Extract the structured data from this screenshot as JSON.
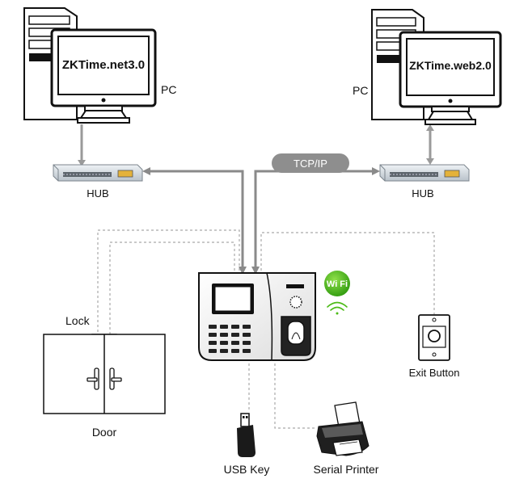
{
  "pc_left": {
    "screen_text": "ZKTime.net3.0",
    "label": "PC"
  },
  "pc_right": {
    "screen_text": "ZKTime.web2.0",
    "label": "PC"
  },
  "hub_left": {
    "label": "HUB"
  },
  "hub_right": {
    "label": "HUB"
  },
  "network": {
    "label": "TCP/IP"
  },
  "wifi_badge": {
    "label": "Wi Fi"
  },
  "lock": {
    "label": "Lock"
  },
  "door": {
    "label": "Door"
  },
  "exit_button": {
    "label": "Exit Button"
  },
  "usb_key": {
    "label": "USB Key"
  },
  "serial_printer": {
    "label": "Serial Printer"
  },
  "colors": {
    "link_line": "#8a8a8a",
    "dashed_line": "#a9a9a9",
    "wifi_green": "#4cbb17",
    "hub_grey": "#d8dde2"
  }
}
